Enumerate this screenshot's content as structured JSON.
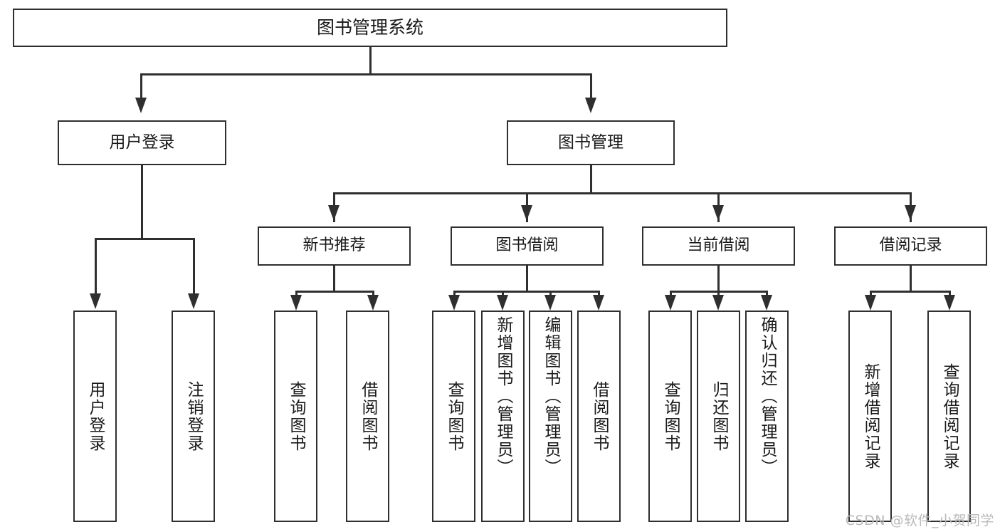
{
  "diagram": {
    "title": "图书管理系统",
    "type": "hierarchy-tree",
    "watermark": "CSDN @软件_小贺同学",
    "colors": {
      "stroke": "#2f2f2f",
      "fill": "#ffffff",
      "text": "#1a1a1a",
      "watermark": "#b9b9b9"
    },
    "root": {
      "label": "图书管理系统"
    },
    "level2": [
      {
        "label": "用户登录"
      },
      {
        "label": "图书管理"
      }
    ],
    "level3": [
      {
        "label": "新书推荐"
      },
      {
        "label": "图书借阅"
      },
      {
        "label": "当前借阅"
      },
      {
        "label": "借阅记录"
      }
    ],
    "leaves": {
      "user_login": [
        {
          "label": "用户登录"
        },
        {
          "label": "注销登录"
        }
      ],
      "new_book_rec": [
        {
          "label": "查询图书"
        },
        {
          "label": "借阅图书"
        }
      ],
      "book_borrow": [
        {
          "label": "查询图书"
        },
        {
          "label": "新增图书（管理员）"
        },
        {
          "label": "编辑图书（管理员）"
        },
        {
          "label": "借阅图书"
        }
      ],
      "current_borrow": [
        {
          "label": "查询图书"
        },
        {
          "label": "归还图书"
        },
        {
          "label": "确认归还（管理员）"
        }
      ],
      "borrow_record": [
        {
          "label": "新增借阅记录"
        },
        {
          "label": "查询借阅记录"
        }
      ]
    }
  }
}
